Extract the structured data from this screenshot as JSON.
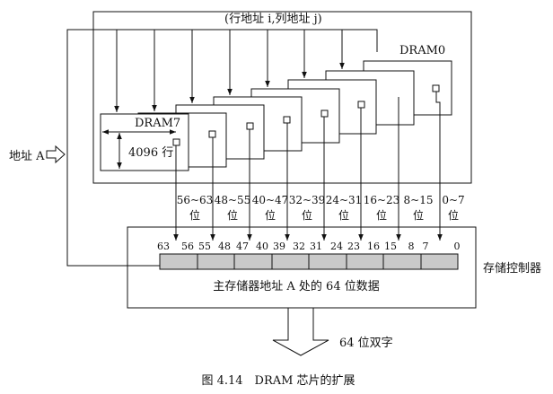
{
  "row_col_addr_label": "(行地址 i,列地址 j)",
  "chip_first": "DRAM0",
  "chip_last": "DRAM7",
  "rows_label": "4096 行",
  "addr_input_label": "地址 A",
  "bit_groups": [
    {
      "bits": "56~63",
      "unit": "位"
    },
    {
      "bits": "48~55",
      "unit": "位"
    },
    {
      "bits": "40~47",
      "unit": "位"
    },
    {
      "bits": "32~39",
      "unit": "位"
    },
    {
      "bits": "24~31",
      "unit": "位"
    },
    {
      "bits": "16~23",
      "unit": "位"
    },
    {
      "bits": "8~15",
      "unit": "位"
    },
    {
      "bits": "0~7",
      "unit": "位"
    }
  ],
  "bit_numbers": [
    "63",
    "56",
    "55",
    "48",
    "47",
    "40",
    "39",
    "32",
    "31",
    "24",
    "23",
    "16",
    "15",
    "8",
    "7",
    "0"
  ],
  "data_label": "主存储器地址 A 处的 64 位数据",
  "controller_label": "存储控制器",
  "output_label": "64 位双字",
  "caption": "图 4.14　DRAM 芯片的扩展"
}
